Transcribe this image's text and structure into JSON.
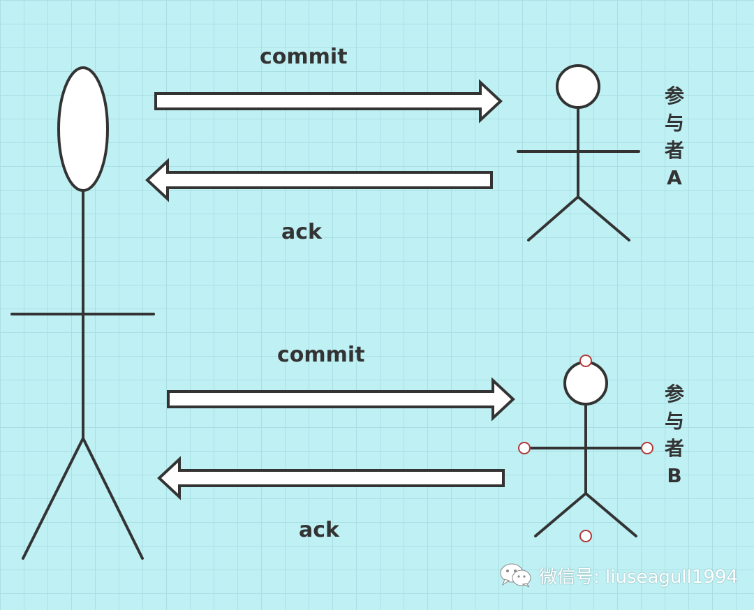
{
  "colors": {
    "background": "#bff1f4",
    "grid": "#a9dfe4",
    "stroke": "#333333",
    "arrow_fill": "#ffffff",
    "handle": "#b03a3a"
  },
  "messages": {
    "top_commit": "commit",
    "top_ack": "ack",
    "bottom_commit": "commit",
    "bottom_ack": "ack"
  },
  "participant_a": {
    "chars": [
      "参",
      "与",
      "者",
      "A"
    ]
  },
  "participant_b": {
    "chars": [
      "参",
      "与",
      "者",
      "B"
    ]
  },
  "watermark": {
    "icon": "wechat-icon",
    "text": "微信号: liuseagull1994"
  }
}
